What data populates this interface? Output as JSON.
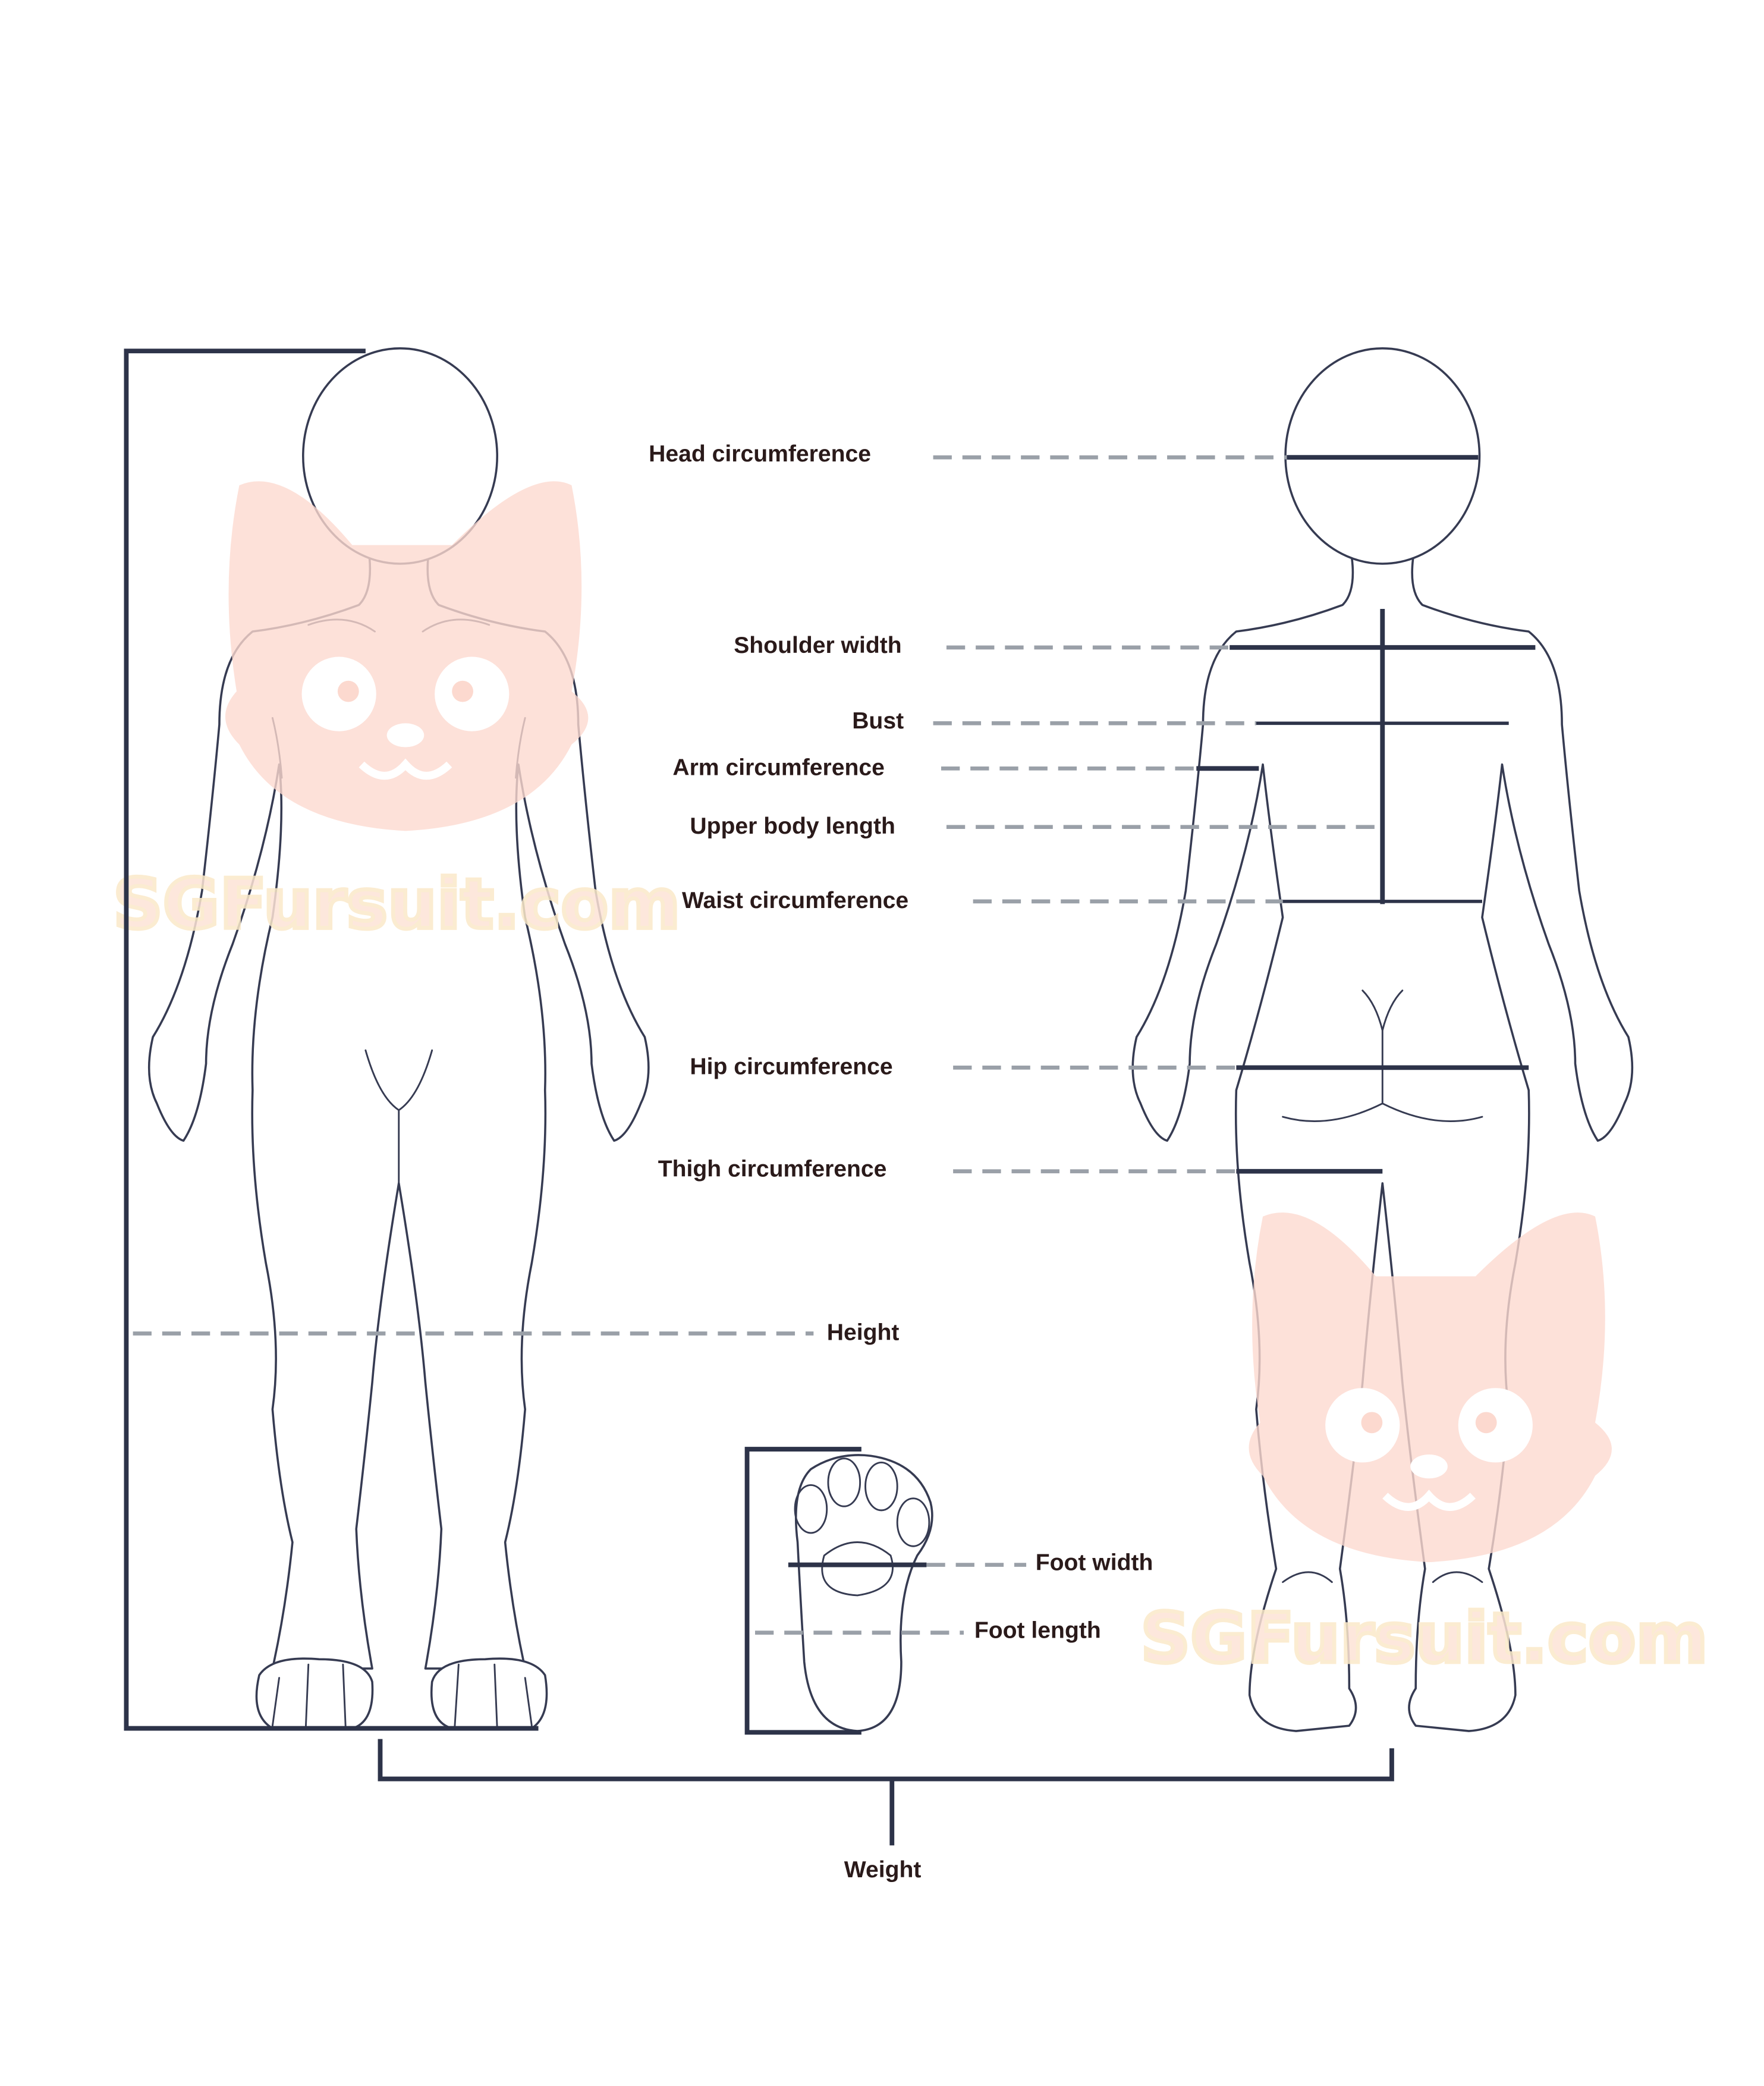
{
  "diagram": {
    "watermark": "SGFursuit.com",
    "labels": {
      "head": "Head circumference",
      "shoulder": "Shoulder width",
      "bust": "Bust",
      "arm": "Arm circumference",
      "upper_body": "Upper body length",
      "waist": "Waist circumference",
      "hip": "Hip circumference",
      "thigh": "Thigh circumference",
      "height": "Height",
      "foot_width": "Foot width",
      "foot_length": "Foot length",
      "weight": "Weight"
    },
    "colors": {
      "line": "#2d3349",
      "dash": "#9aa0a8",
      "text": "#2a1a1a",
      "watermark": "#fcd9cf"
    }
  }
}
